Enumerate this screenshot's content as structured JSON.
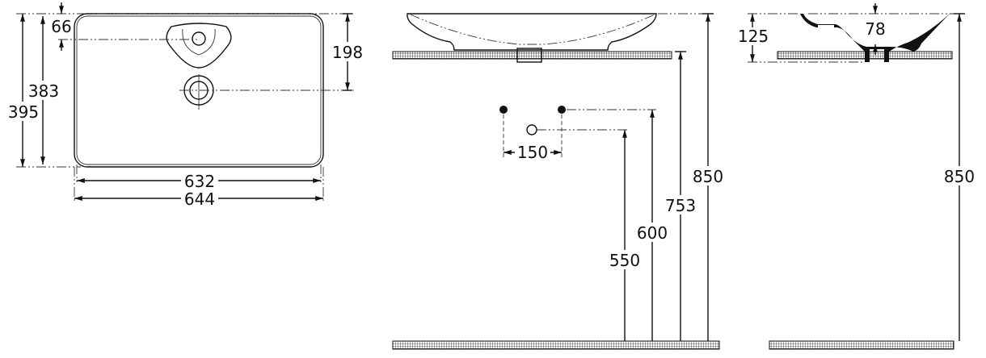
{
  "title": "Countertop washbasin dimension drawing",
  "top_view": {
    "dims": {
      "overall_depth": "395",
      "inner_depth": "383",
      "overflow_offset": "66",
      "drain_offset": "198",
      "inner_width": "632",
      "overall_width": "644"
    }
  },
  "front_view": {
    "dims": {
      "tap_spacing": "150",
      "waste_height": "550",
      "supply_height": "600",
      "counter_height": "753",
      "rim_height": "850"
    }
  },
  "side_view": {
    "dims": {
      "basin_height": "125",
      "waste_depth": "78",
      "rim_height": "850"
    }
  },
  "colors": {
    "line": "#111111",
    "background": "#ffffff"
  }
}
